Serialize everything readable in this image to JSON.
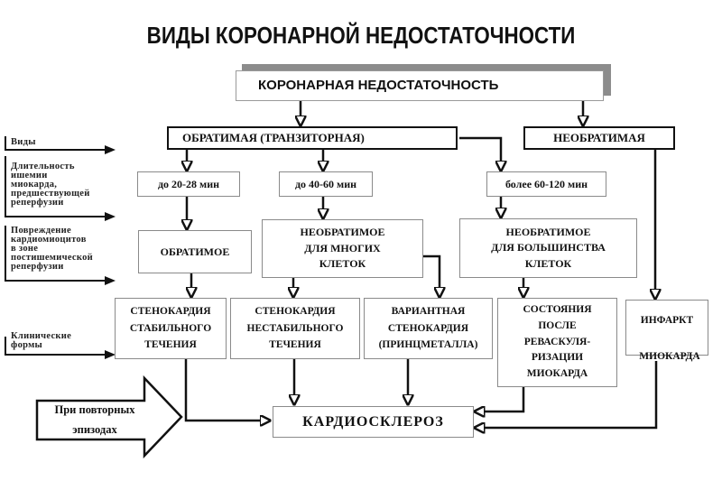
{
  "title": "ВИДЫ КОРОНАРНОЙ НЕДОСТАТОЧНОСТИ",
  "root": "КОРОНАРНАЯ НЕДОСТАТОЧНОСТЬ",
  "types": {
    "reversible": "ОБРАТИМАЯ (ТРАНЗИТОРНАЯ)",
    "irreversible": "НЕОБРАТИМАЯ"
  },
  "durations": [
    "до 20-28 мин",
    "до 40-60 мин",
    "более 60-120 мин"
  ],
  "injury": {
    "reversible": "ОБРАТИМОЕ",
    "many": "НЕОБРАТИМОЕ\nДЛЯ МНОГИХ\nКЛЕТОК",
    "most": "НЕОБРАТИМОЕ\nДЛЯ БОЛЬШИНСТВА\nКЛЕТОК"
  },
  "clinical": {
    "stable": "СТЕНОКАРДИЯ\nСТАБИЛЬНОГО\nТЕЧЕНИЯ",
    "unstable": "СТЕНОКАРДИЯ\nНЕСТАБИЛЬНОГО\nТЕЧЕНИЯ",
    "variant": "ВАРИАНТНАЯ\nСТЕНОКАРДИЯ\n(ПРИНЦМЕТАЛЛА)",
    "revasc": "СОСТОЯНИЯ\nПОСЛЕ\nРЕВАСКУЛЯ-\nРИЗАЦИИ\nМИОКАРДА",
    "infarct_top": "ИНФАРКТ",
    "infarct_bottom": "МИОКАРДА"
  },
  "outcome": "КАРДИОСКЛЕРОЗ",
  "repeat_arrow": "При повторных\nэпизодах",
  "row_labels": {
    "types": "Виды",
    "duration": "Длительность\nишемии\nмиокарда,\nпредшествующей\nреперфузии",
    "injury": "Повреждение\nкардиомиоцитов\nв зоне\nпостишемической\nреперфузии",
    "clinical": "Клинические\nформы"
  }
}
